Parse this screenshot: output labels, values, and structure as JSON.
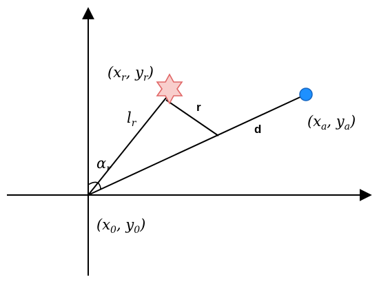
{
  "labels": {
    "origin": {
      "open": "(",
      "x": "x",
      "x_sub": "0",
      "comma": ", ",
      "y": "y",
      "y_sub": "0",
      "close": ")"
    },
    "reference": {
      "open": "(",
      "x": "x",
      "x_sub": "r",
      "comma": ", ",
      "y": "y",
      "y_sub": "r",
      "close": ")"
    },
    "anchor": {
      "open": "(",
      "x": "x",
      "x_sub": "a",
      "comma": ", ",
      "y": "y",
      "y_sub": "a",
      "close": ")"
    },
    "length": {
      "base": "l",
      "sub": "r"
    },
    "angle": {
      "base": "α",
      "sub": "r"
    },
    "r": "r",
    "d": "d"
  },
  "colors": {
    "line": "#000000",
    "star_fill": "#f8cecc",
    "star_stroke": "#e06666",
    "point_fill": "#1e90ff",
    "point_stroke": "#1565c0"
  },
  "icons": {
    "reference_marker": "six-point-star-icon",
    "anchor_marker": "filled-circle-icon"
  }
}
